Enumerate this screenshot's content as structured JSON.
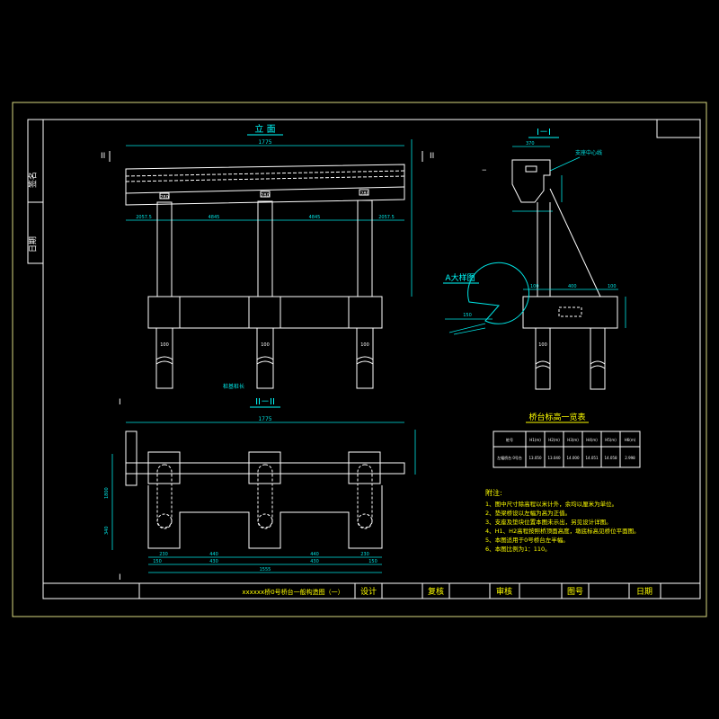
{
  "colors": {
    "bg": "#000000",
    "frame": "#d8d880",
    "line": "#ffffff",
    "dim": "#00e5e5",
    "text": "#ffff00",
    "accent": "#00ffff"
  },
  "side_labels": {
    "top": "签名",
    "bottom": "日期"
  },
  "elevation": {
    "title": "立 面",
    "mark_left": "II",
    "mark_right": "II",
    "dim_total": "1775",
    "dim_left": "2057.5",
    "dim_mid1": "4845",
    "dim_mid2": "4845",
    "dim_right": "2057.5",
    "col_labels": [
      "280",
      "280",
      "280"
    ],
    "pile_labels": [
      "100",
      "100",
      "100"
    ],
    "note": "桩基桩长"
  },
  "section_11": {
    "title": "I－I",
    "dim_top": "370",
    "label_center": "支座中心线",
    "dim_w1": "100",
    "dim_w2": "400",
    "dim_w3": "100",
    "pile_dim": "100",
    "left_mark": "I"
  },
  "detail_a": {
    "title": "A大样图",
    "dim": "150"
  },
  "section_22": {
    "title": "II－II",
    "dim_total": "1775",
    "dim_bottom_total": "1555",
    "dims_top": [
      "230",
      "440",
      "440",
      "230"
    ],
    "dims_bottom": [
      "150",
      "430",
      "430",
      "150"
    ],
    "left_mark_top": "I",
    "left_mark_bottom": "I",
    "left_dims": [
      "1800",
      "340"
    ]
  },
  "table": {
    "title": "桥台标高一览表",
    "headers": [
      "桩号",
      "H1(m)",
      "H2(m)",
      "H3(m)",
      "H4(m)",
      "H5(m)",
      "H6(m)"
    ],
    "row": [
      "左幅桥台 0号台",
      "13.050",
      "13.040",
      "14.000",
      "14.051",
      "14.058",
      "2.998"
    ]
  },
  "notes": {
    "heading": "附注:",
    "items": [
      "1、图中尺寸除高程以米计外，余均以厘米为单位。",
      "2、垫梁桥设以左幅为高为正值。",
      "3、支座及垫块位置本图未示出，另见设计详图。",
      "4、H1、H2高程按照桥顶面高度，墩底标高见桥位平面图。",
      "5、本图适用于0号桥台左半幅。",
      "6、本图比例为1：110。"
    ]
  },
  "title_block": {
    "drawing_title": "xxxxxx桥0号桥台一般构造图（一）",
    "design": "设计",
    "review": "复核",
    "audit": "审核",
    "drawing_no": "图号",
    "date": "日期"
  }
}
